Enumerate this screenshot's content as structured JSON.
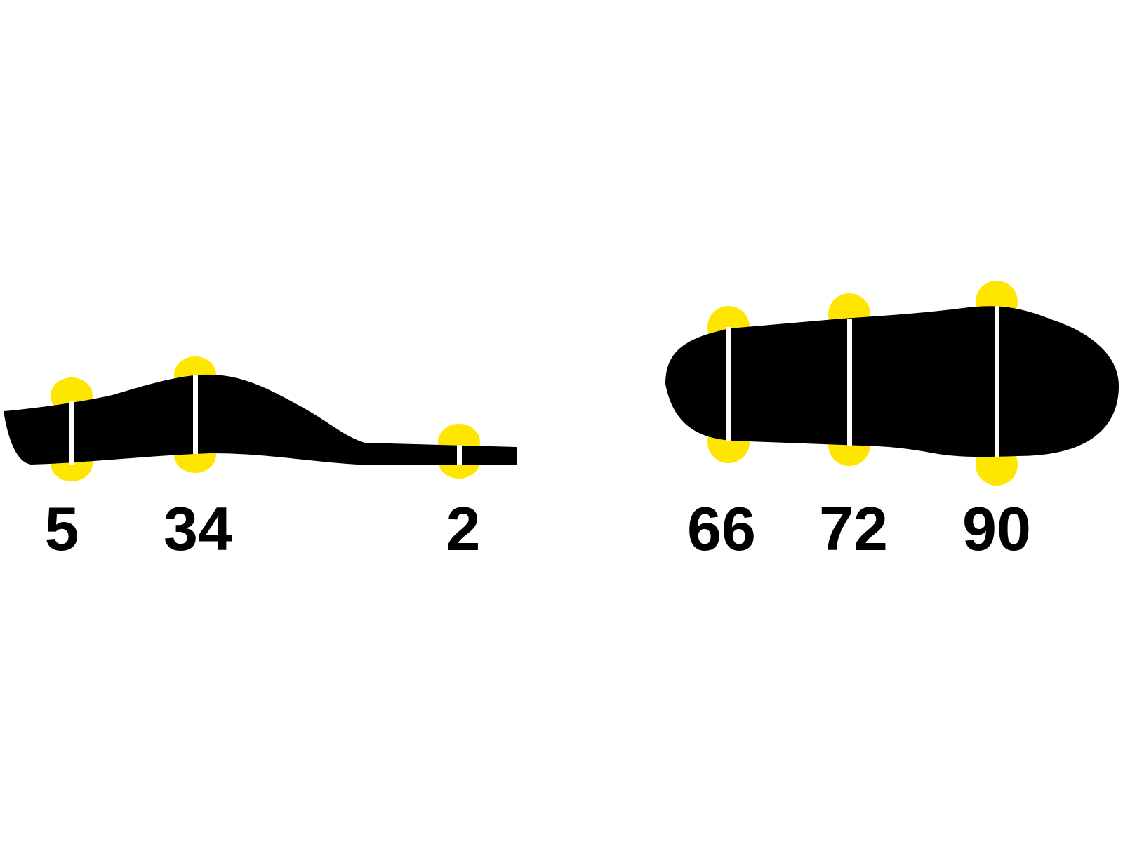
{
  "colors": {
    "background": "#ffffff",
    "shape": "#000000",
    "marker": "#ffe600",
    "line": "#ffffff"
  },
  "side_view": {
    "measurements": [
      {
        "label": "5"
      },
      {
        "label": "34"
      },
      {
        "label": "2"
      }
    ]
  },
  "top_view": {
    "measurements": [
      {
        "label": "66"
      },
      {
        "label": "72"
      },
      {
        "label": "90"
      }
    ]
  }
}
